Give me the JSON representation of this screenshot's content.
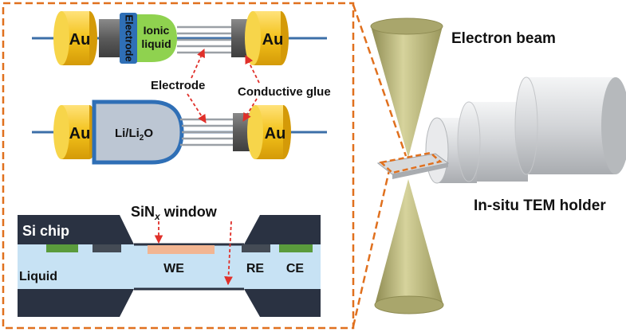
{
  "colors": {
    "frame": "#e0701e",
    "arrow": "#e0302a",
    "gold": "#f3c21a",
    "wire": "#3c6fa8",
    "chip": "#2a3242",
    "liquid": "#c7e2f4",
    "working_electrode": "#f2b592",
    "pad_green": "#5a9b3c",
    "ionic_liquid": "#8fd24f",
    "electrode_blue": "#2f6fb6",
    "li_body": "#bcc6d3",
    "cone": "#b6b37a",
    "holder": "#d9dbdd"
  },
  "top_assembly": {
    "au_left": "Au",
    "au_right": "Au",
    "electrode_label": "Electrode",
    "ionic_liquid_line1": "Ionic",
    "ionic_liquid_line2": "liquid"
  },
  "middle_assembly": {
    "au_left": "Au",
    "au_right": "Au",
    "li_label_prefix": "Li/Li",
    "li_label_sub": "2",
    "li_label_suffix": "O"
  },
  "annotations": {
    "electrode": "Electrode",
    "conductive_glue": "Conductive glue"
  },
  "chip_section": {
    "si_chip": "Si chip",
    "window_prefix": "SiN",
    "window_sub": "x",
    "window_suffix": " window",
    "liquid": "Liquid",
    "we": "WE",
    "re": "RE",
    "ce": "CE"
  },
  "tem": {
    "electron_beam": "Electron beam",
    "holder": "In-situ TEM holder"
  }
}
